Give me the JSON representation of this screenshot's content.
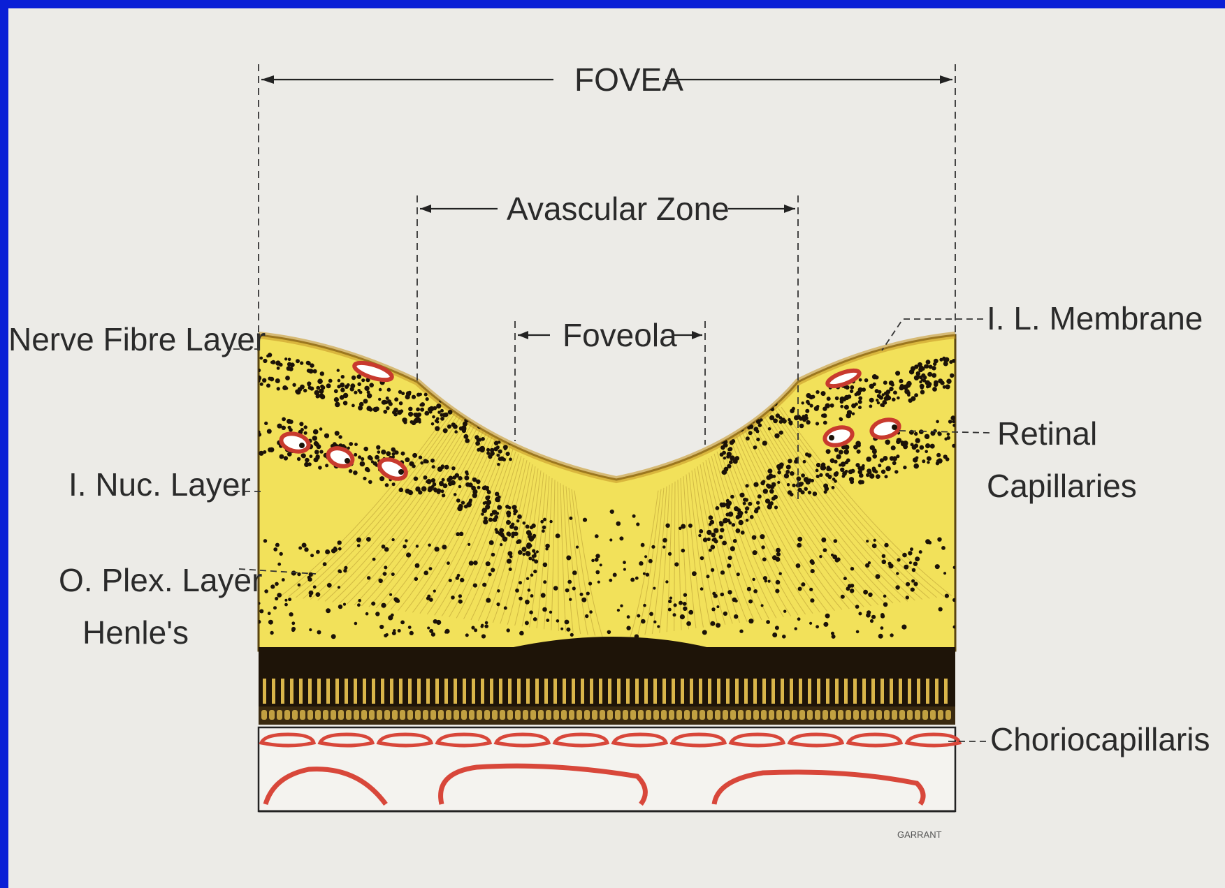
{
  "labels": {
    "fovea": "FOVEA",
    "avascular_zone": "Avascular Zone",
    "foveola": "Foveola",
    "nerve_fibre_layer": "Nerve Fibre Layer",
    "il_membrane": "I. L. Membrane",
    "retinal_capillaries_line1": "Retinal",
    "retinal_capillaries_line2": "Capillaries",
    "inner_nuclear_layer": "I. Nuc. Layer",
    "outer_plexiform_line1": "O. Plex. Layer",
    "outer_plexiform_line2": "Henle's",
    "choriocapillaris": "Choriocapillaris",
    "signature": "GARRANT"
  },
  "colors": {
    "background": "#0a1fd6",
    "slide": "#ecebe7",
    "retina": "#f2e15a",
    "retina_dark": "#e4c93a",
    "vessel": "#d8473a",
    "nuclei": "#1b1208",
    "photoreceptor_band": "#1e1408"
  }
}
